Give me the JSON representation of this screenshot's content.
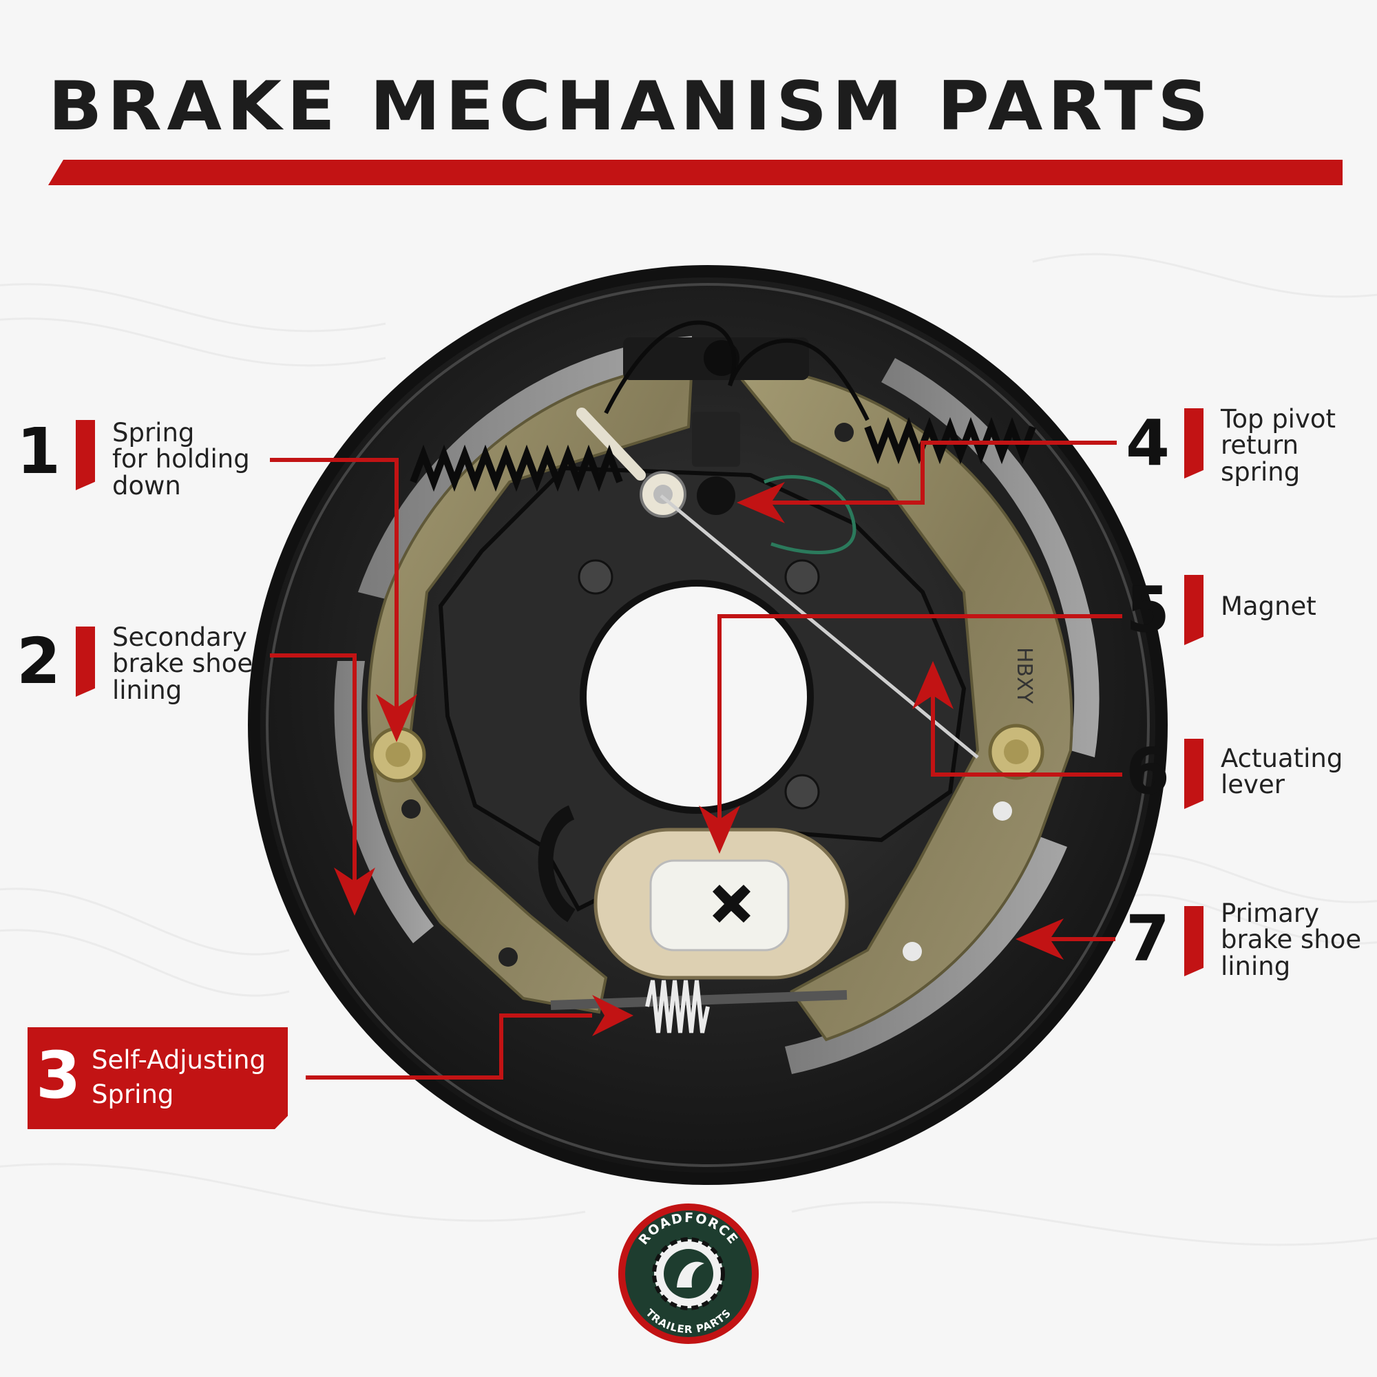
{
  "title": "BRAKE MECHANISM PARTS",
  "colors": {
    "accent": "#c21314",
    "text": "#1d1d1d",
    "background": "#f6f6f6"
  },
  "parts": [
    {
      "number": "1",
      "lines": [
        "Spring",
        "for holding",
        "down"
      ]
    },
    {
      "number": "2",
      "lines": [
        "Secondary",
        "brake shoe",
        "lining"
      ]
    },
    {
      "number": "3",
      "lines": [
        "Self-Adjusting",
        "Spring"
      ]
    },
    {
      "number": "4",
      "lines": [
        "Top pivot",
        "return",
        "spring"
      ]
    },
    {
      "number": "5",
      "lines": [
        "Magnet"
      ]
    },
    {
      "number": "6",
      "lines": [
        "Actuating",
        "lever"
      ]
    },
    {
      "number": "7",
      "lines": [
        "Primary",
        "brake shoe",
        "lining"
      ]
    }
  ],
  "logo": {
    "top_text": "ROADFORCE",
    "bottom_text": "TRAILER PARTS"
  },
  "photo_markings": {
    "shoe_stamp": "HBXY"
  }
}
